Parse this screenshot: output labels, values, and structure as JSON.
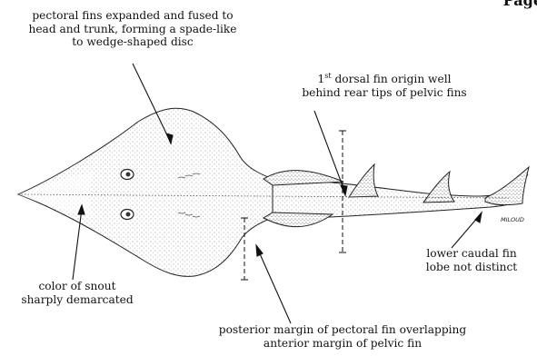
{
  "header": {
    "partial_text": "Page"
  },
  "annotations": {
    "fins": [
      "pectoral fins expanded and fused to",
      "head and trunk, forming a spade-like",
      "to wedge-shaped disc"
    ],
    "dorsal": {
      "ordinal_num": "1",
      "ordinal_suffix": "st",
      "line1_rest": " dorsal fin origin well",
      "line2": "behind rear tips of pelvic fins"
    },
    "caudal": [
      "lower caudal fin",
      "lobe not distinct"
    ],
    "snout": [
      "color of snout",
      "sharply demarcated"
    ],
    "posterior": [
      "posterior margin of pectoral fin overlapping",
      "anterior margin of pelvic fin"
    ]
  },
  "signature": "MILOUD"
}
